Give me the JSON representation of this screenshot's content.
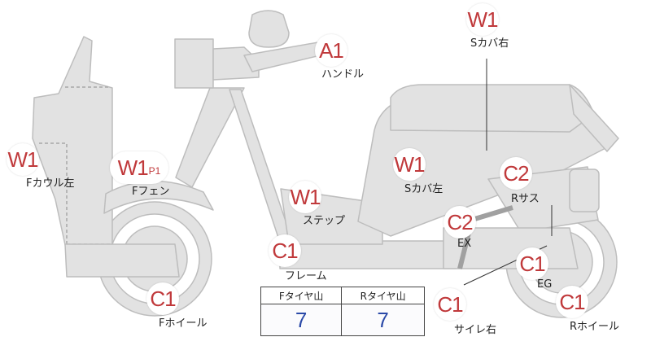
{
  "markers": [
    {
      "id": "a1-handle",
      "code": "A1",
      "sub": "",
      "label": "ハンドル"
    },
    {
      "id": "w1-seat-cover-right",
      "code": "W1",
      "sub": "",
      "label": "Sカバ右"
    },
    {
      "id": "w1-front-cowl-left",
      "code": "W1",
      "sub": "",
      "label": "Fカウル左"
    },
    {
      "id": "w1-front-fender",
      "code": "W1",
      "sub": "P1",
      "label": "Fフェン"
    },
    {
      "id": "w1-seat-cover-left",
      "code": "W1",
      "sub": "",
      "label": "Sカバ左"
    },
    {
      "id": "c2-rear-suspension",
      "code": "C2",
      "sub": "",
      "label": "Rサス"
    },
    {
      "id": "w1-step",
      "code": "W1",
      "sub": "",
      "label": "ステップ"
    },
    {
      "id": "c2-exhaust",
      "code": "C2",
      "sub": "",
      "label": "EX"
    },
    {
      "id": "c1-frame",
      "code": "C1",
      "sub": "",
      "label": "フレーム"
    },
    {
      "id": "c1-engine",
      "code": "C1",
      "sub": "",
      "label": "EG"
    },
    {
      "id": "c1-front-wheel",
      "code": "C1",
      "sub": "",
      "label": "Fホイール"
    },
    {
      "id": "c1-muffler-right",
      "code": "C1",
      "sub": "",
      "label": "サイレ右"
    },
    {
      "id": "c1-rear-wheel",
      "code": "C1",
      "sub": "",
      "label": "Rホイール"
    }
  ],
  "tire_table": {
    "headers": [
      "Fタイヤ山",
      "Rタイヤ山"
    ],
    "values": [
      "7",
      "7"
    ]
  },
  "colors": {
    "marker_text": "#c0393b",
    "tire_value": "#2b4aa8",
    "body_fill": "#e2e2e2",
    "body_stroke": "#bdbdbd"
  }
}
